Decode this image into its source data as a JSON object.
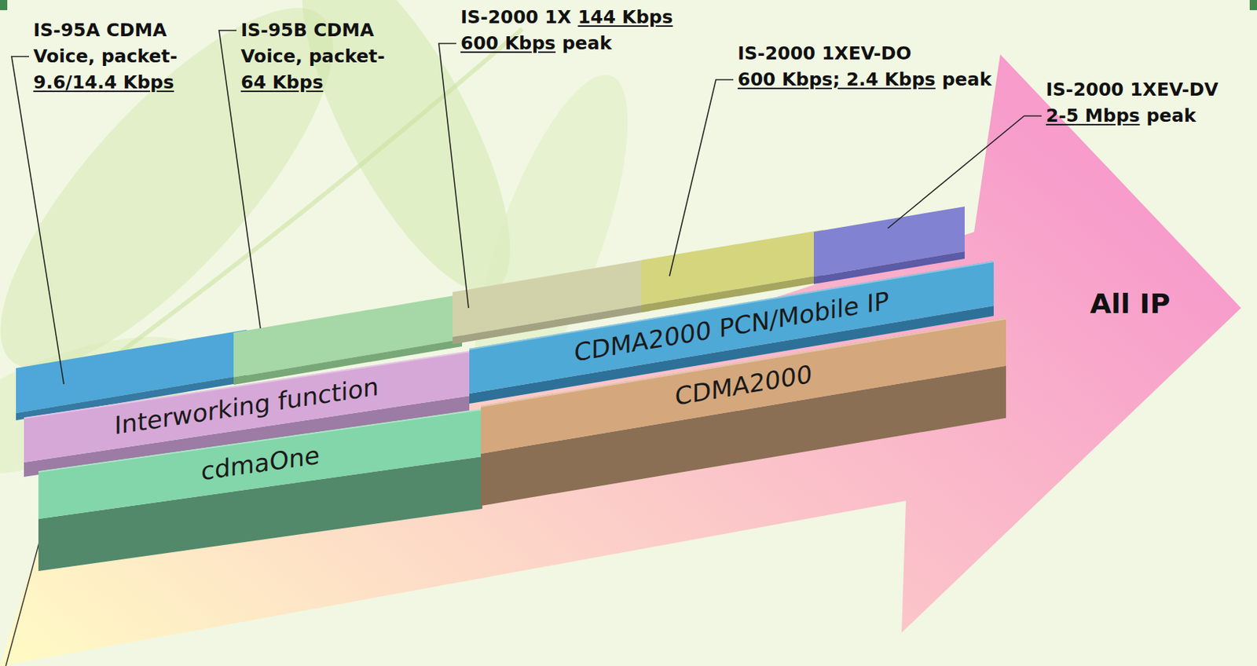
{
  "diagram": {
    "nodes": [
      {
        "text": [
          "Interworking function"
        ]
      },
      {
        "text": [
          "CDMA2000 PCN/Mobile IP"
        ]
      },
      {
        "text": [
          "cdmaOne"
        ]
      },
      {
        "text": [
          "CDMA2000"
        ]
      },
      {
        "text": [
          "All IP"
        ]
      }
    ],
    "labels": [
      "IS-95A CDMA",
      "Voice, packet-",
      "9.6/14.4 Kbps",
      "IS-95B CDMA",
      "Voice, packet-",
      "64 Kbps",
      "IS-2000 1X",
      "144 Kbps",
      "600 Kbps",
      "peak",
      "IS-2000 1XEV-DO",
      "600 Kbps; 2.4 Kbps",
      "peak",
      "IS-2000 1XEV-DV",
      "2-5 Mbps",
      "peak"
    ]
  }
}
